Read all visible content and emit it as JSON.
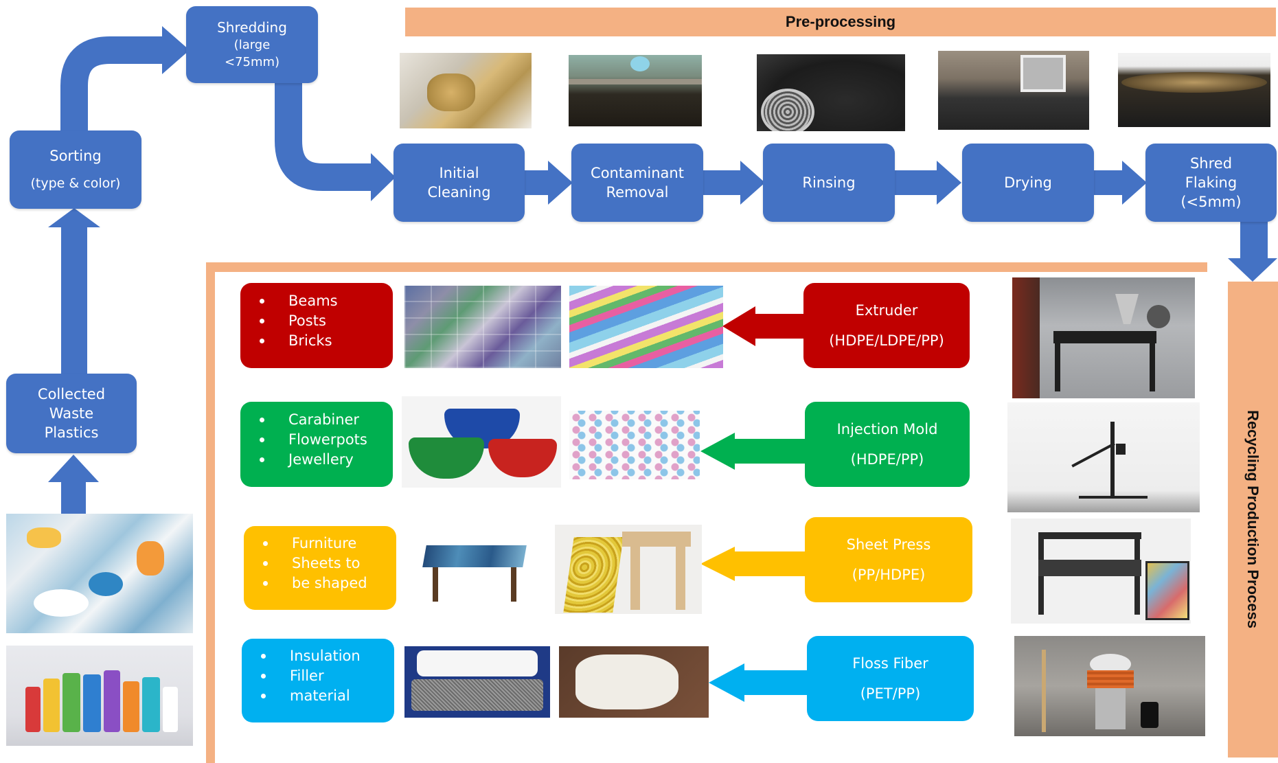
{
  "colors": {
    "flow_blue": "#4472c4",
    "bar_orange": "#f4b183",
    "red": "#c00000",
    "green": "#00b050",
    "yellow": "#ffc000",
    "cyan": "#00b0f0"
  },
  "header_bar": {
    "label": "Pre-processing"
  },
  "side_bar": {
    "label": "Recycling Production Process"
  },
  "flow": {
    "collected": [
      "Collected",
      "Waste",
      "Plastics"
    ],
    "sorting": [
      "Sorting",
      "(type & color)"
    ],
    "shredding": [
      "Shredding",
      "(large",
      "<75mm)"
    ],
    "initial_cleaning": [
      "Initial",
      "Cleaning"
    ],
    "contaminant_removal": [
      "Contaminant",
      "Removal"
    ],
    "rinsing": [
      "Rinsing"
    ],
    "drying": [
      "Drying"
    ],
    "shred_flaking": [
      "Shred",
      "Flaking",
      "(<5mm)"
    ]
  },
  "lines": [
    {
      "products": [
        "Beams",
        "Posts",
        "Bricks"
      ],
      "machine": "Extruder",
      "polymers": "(HDPE/LDPE/PP)"
    },
    {
      "products": [
        "Carabiner",
        "Flowerpots",
        "Jewellery"
      ],
      "machine": "Injection Mold",
      "polymers": "(HDPE/PP)"
    },
    {
      "products": [
        "Furniture",
        "Sheets to",
        "be shaped"
      ],
      "machine": "Sheet Press",
      "polymers": "(PP/HDPE)"
    },
    {
      "products": [
        "Insulation",
        "Filler",
        "material"
      ],
      "machine": "Floss Fiber",
      "polymers": "(PET/PP)"
    }
  ],
  "photos": {
    "preprocessing": [
      "sacks-of-flakes-photo",
      "washing-tank-photo",
      "black-flakes-drying-photo",
      "flakes-spread-on-floor-photo",
      "flakes-in-basin-photo"
    ],
    "waste": [
      "plastic-bottles-pile-photo",
      "colored-containers-photo"
    ],
    "products": [
      "plastic-brick-wall-photo",
      "striped-beams-photo",
      "colored-bowls-photo",
      "jewellery-pieces-photo",
      "plastic-table-photo",
      "sheet-chair-photo",
      "fiber-batting-photo",
      "filled-pillow-photo"
    ],
    "machines": [
      "extruder-machine-photo",
      "injection-mold-machine-photo",
      "sheet-press-machine-photo",
      "floss-fiber-machine-photo"
    ]
  }
}
